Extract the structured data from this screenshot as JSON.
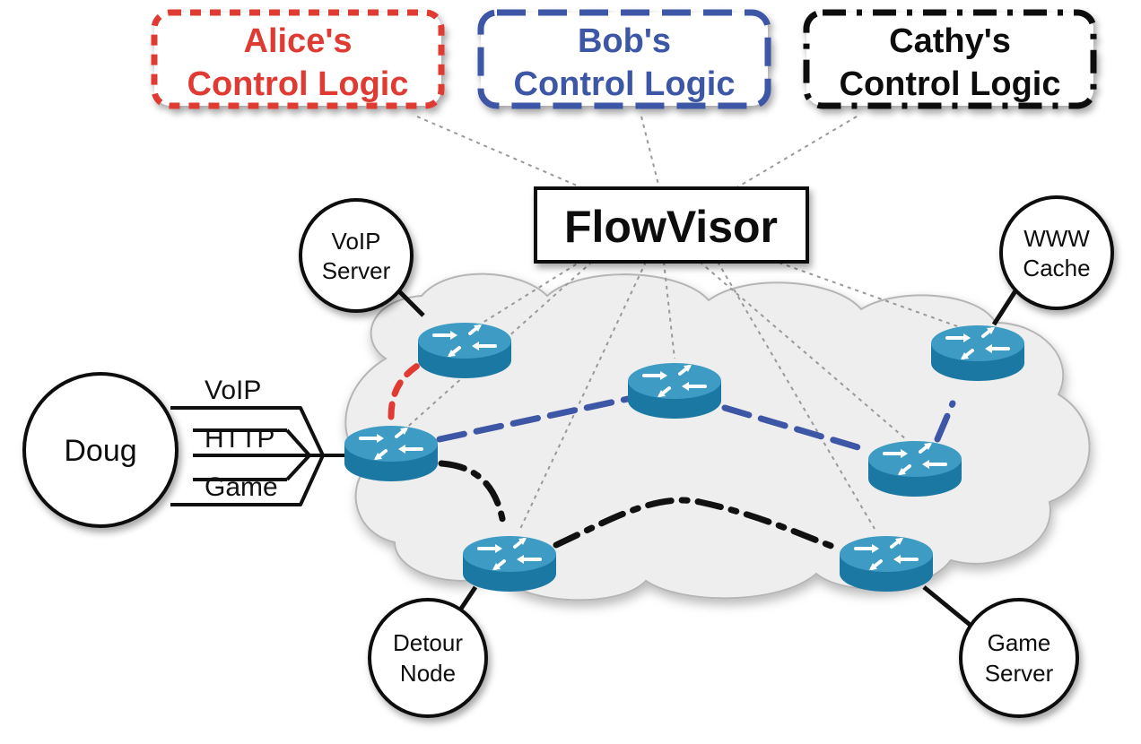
{
  "controllers": [
    {
      "id": "alice",
      "line1": "Alice's",
      "line2": "Control Logic",
      "color": "#e03a32"
    },
    {
      "id": "bob",
      "line1": "Bob's",
      "line2": "Control Logic",
      "color": "#3e56a6"
    },
    {
      "id": "cathy",
      "line1": "Cathy's",
      "line2": "Control Logic",
      "color": "#111111"
    }
  ],
  "flowvisor": {
    "label": "FlowVisor"
  },
  "nodes": {
    "voip_server": {
      "line1": "VoIP",
      "line2": "Server"
    },
    "www_cache": {
      "line1": "WWW",
      "line2": "Cache"
    },
    "detour_node": {
      "line1": "Detour",
      "line2": "Node"
    },
    "game_server": {
      "line1": "Game",
      "line2": "Server"
    },
    "doug": {
      "label": "Doug"
    }
  },
  "flows": {
    "voip": "VoIP",
    "http": "HTTP",
    "game": "Game"
  },
  "colors": {
    "router_top": "#3e9bc4",
    "router_side": "#1a78a3",
    "cloud_fill": "#eeeeee",
    "alice": "#e03a32",
    "bob": "#3e56a6",
    "cathy": "#111111"
  }
}
